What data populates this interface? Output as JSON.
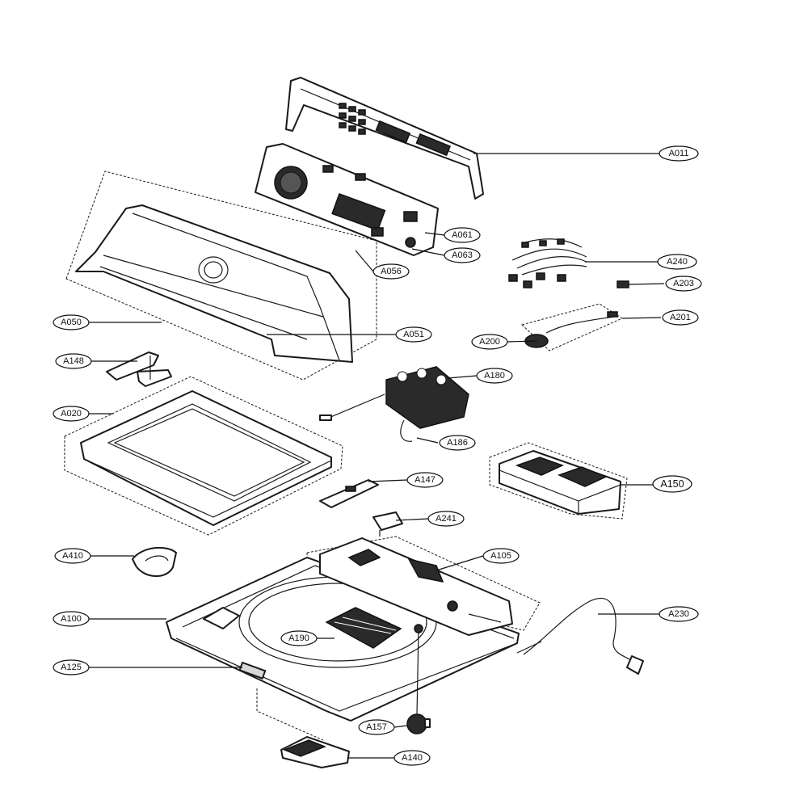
{
  "callouts": {
    "A011": "A011",
    "A061": "A061",
    "A063": "A063",
    "A056": "A056",
    "A240": "A240",
    "A203": "A203",
    "A201": "A201",
    "A200": "A200",
    "A050": "A050",
    "A051": "A051",
    "A148": "A148",
    "A180": "A180",
    "A020": "A020",
    "A186": "A186",
    "A150": "A150",
    "A147": "A147",
    "A241": "A241",
    "A410": "A410",
    "A105": "A105",
    "A100": "A100",
    "A230": "A230",
    "A190": "A190",
    "A125": "A125",
    "A157": "A157",
    "A140": "A140"
  },
  "colors": {
    "line": "#1a1a1a",
    "fill": "#ffffff",
    "dark": "#2a2a2a"
  }
}
